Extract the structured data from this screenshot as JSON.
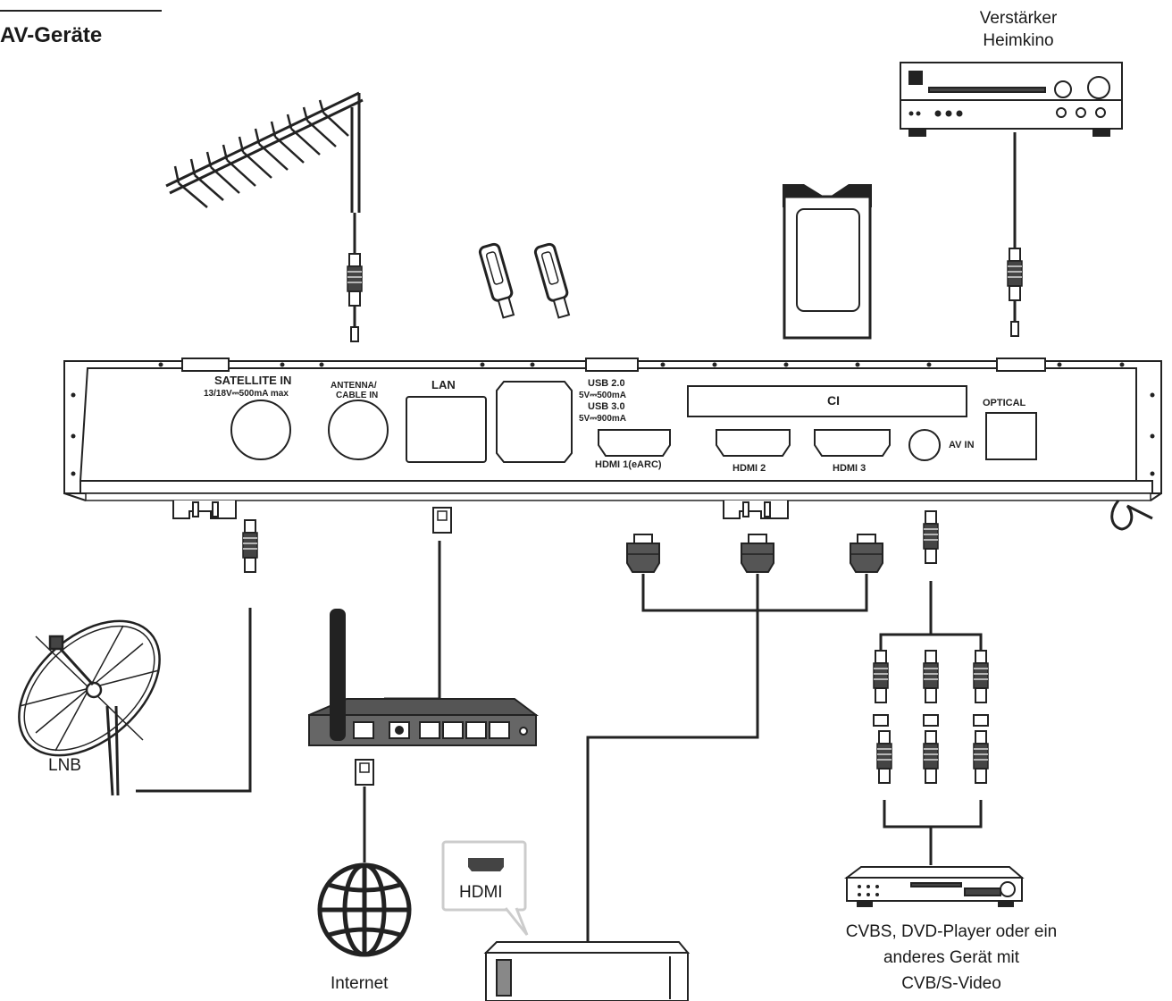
{
  "title": "AV-Geräte",
  "panel": {
    "satellite_in": "SATELLITE IN",
    "satellite_spec": "13/18V⎓500mA max",
    "antenna_line1": "ANTENNA/",
    "antenna_line2": "CABLE IN",
    "lan": "LAN",
    "usb2": "USB 2.0",
    "usb2_spec": "5V⎓500mA",
    "usb3": "USB 3.0",
    "usb3_spec": "5V⎓900mA",
    "ci": "CI",
    "optical": "OPTICAL",
    "hdmi1": "HDMI 1(eARC)",
    "hdmi2": "HDMI 2",
    "hdmi3": "HDMI 3",
    "av_in": "AV IN"
  },
  "devices": {
    "amplifier_line1": "Verstärker",
    "amplifier_line2": "Heimkino",
    "lnb": "LNB",
    "internet": "Internet",
    "hdmi_callout": "HDMI",
    "dvd_line1": "CVBS, DVD-Player oder ein",
    "dvd_line2": "anderes Gerät mit",
    "dvd_line3": "CVB/S-Video"
  },
  "icons": [
    "antenna-icon",
    "usb-stick-icon",
    "ci-module-icon",
    "amplifier-icon",
    "satellite-dish-icon",
    "router-icon",
    "globe-icon",
    "set-top-box-icon",
    "dvd-player-icon",
    "hdmi-plug-icon",
    "rca-plug-icon",
    "rj45-plug-icon"
  ]
}
